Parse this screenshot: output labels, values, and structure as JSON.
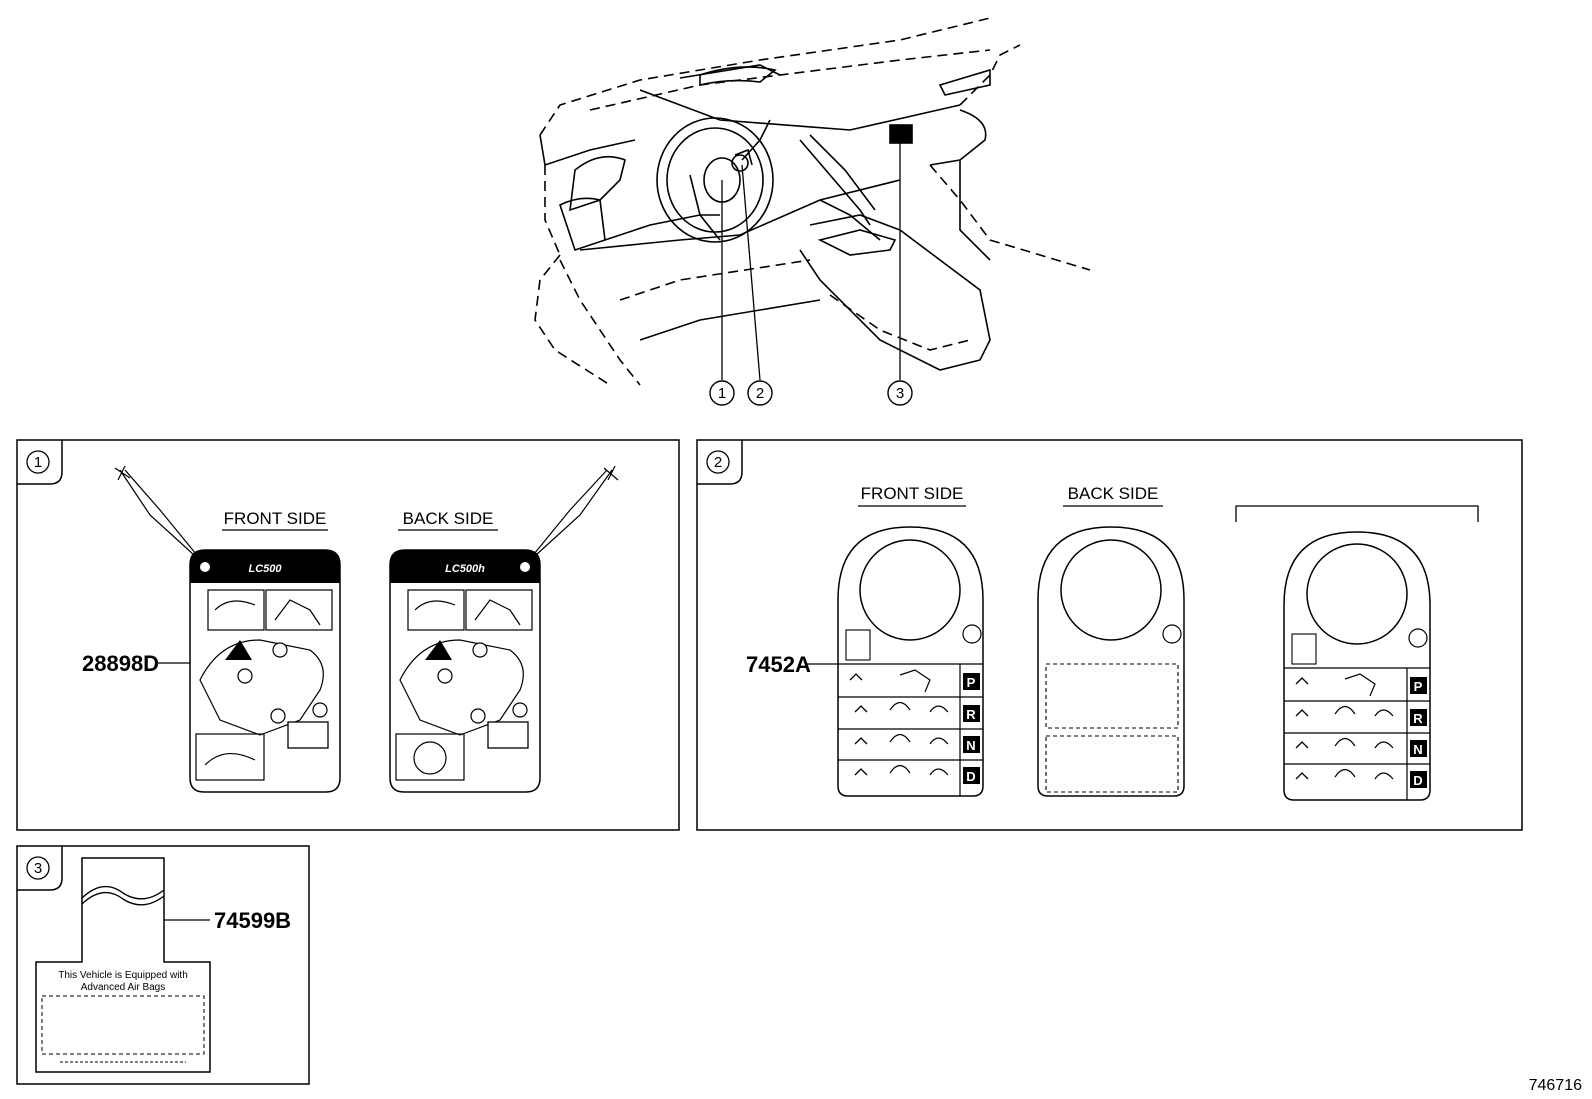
{
  "diagram": {
    "callouts": [
      "1",
      "2",
      "3"
    ],
    "panel1": {
      "number": "1",
      "front_side": "FRONT SIDE",
      "back_side": "BACK SIDE",
      "part_number": "28898D",
      "front_model": "LC500",
      "back_model": "LC500h"
    },
    "panel2": {
      "number": "2",
      "front_side": "FRONT SIDE",
      "back_side": "BACK SIDE",
      "part_number": "7452A",
      "gears": [
        "P",
        "R",
        "N",
        "D"
      ]
    },
    "panel3": {
      "number": "3",
      "part_number": "74599B",
      "label_line1": "This Vehicle is Equipped with",
      "label_line2": "Advanced Air Bags"
    },
    "figure_id": "746716"
  }
}
